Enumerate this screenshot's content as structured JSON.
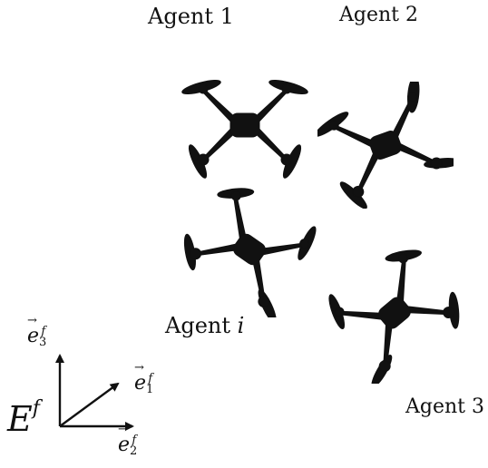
{
  "labels": {
    "agent1": "Agent 1",
    "agent2": "Agent 2",
    "agent3": "Agent 3",
    "agenti_prefix": "Agent",
    "agenti_index": "i"
  },
  "frame": {
    "name": "E",
    "superscript": "f",
    "e1_base": "e",
    "e1_sub": "1",
    "e1_sup": "f",
    "e2_base": "e",
    "e2_sub": "2",
    "e2_sup": "f",
    "e3_base": "e",
    "e3_sub": "3",
    "e3_sup": "f"
  },
  "drones": [
    {
      "id": "agent-1",
      "icon": "quadcopter-icon"
    },
    {
      "id": "agent-2",
      "icon": "quadcopter-icon"
    },
    {
      "id": "agent-i",
      "icon": "quadcopter-icon"
    },
    {
      "id": "agent-3",
      "icon": "quadcopter-icon"
    }
  ],
  "colors": {
    "ink": "#111111",
    "background": "#ffffff"
  }
}
